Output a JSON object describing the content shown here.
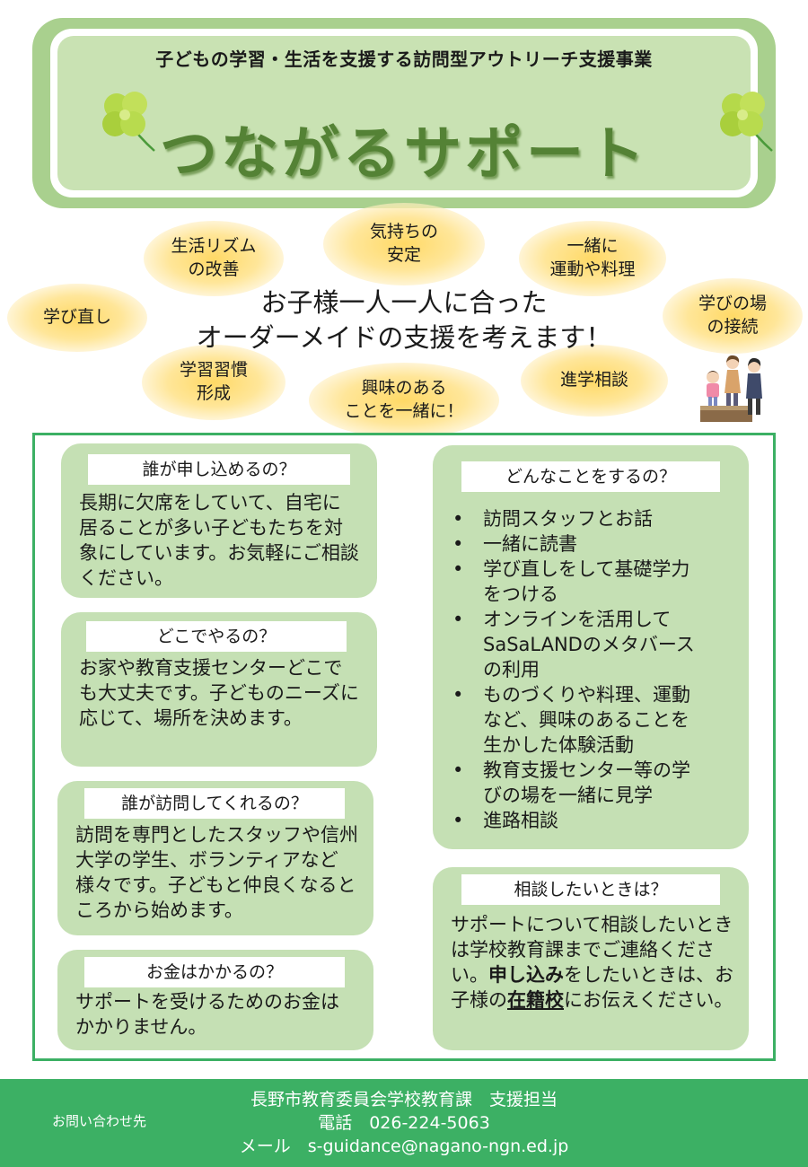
{
  "header": {
    "subtitle": "子どもの学習・生活を支援する訪問型アウトリーチ支援事業",
    "title": "つながるサポート"
  },
  "bubbles": {
    "rhythm": [
      "生活リズム",
      "の改善"
    ],
    "feelings": [
      "気持ちの",
      "安定"
    ],
    "together": [
      "一緒に",
      "運動や料理"
    ],
    "relearn": "学び直し",
    "connect": [
      "学びの場",
      "の接続"
    ],
    "habit": [
      "学習習慣",
      "形成"
    ],
    "interest": [
      "興味のある",
      "ことを一緒に！"
    ],
    "advice": "進学相談"
  },
  "central": {
    "line1": "お子様一人一人に合った",
    "line2": "オーダーメイドの支援を考えます！"
  },
  "cards": {
    "who_apply": {
      "title": "誰が申し込めるの？",
      "body": "長期に欠席をしていて、自宅に居ることが多い子どもたちを対象にしています。お気軽にご相談ください。"
    },
    "where": {
      "title": "どこでやるの？",
      "body": "お家や教育支援センターどこでも大丈夫です。子どものニーズに応じて、場所を決めます。"
    },
    "who_visit": {
      "title": "誰が訪問してくれるの？",
      "body": "訪問を専門としたスタッフや信州大学の学生、ボランティアなど様々です。子どもと仲良くなるところから始めます。"
    },
    "cost": {
      "title": "お金はかかるの？",
      "body": "サポートを受けるためのお金はかかりません。"
    },
    "what": {
      "title": "どんなことをするの？",
      "items": [
        [
          "訪問スタッフとお話"
        ],
        [
          "一緒に読書"
        ],
        [
          "学び直しをして基礎学力",
          "をつける"
        ],
        [
          "オンラインを活用して",
          "SaSaLANDのメタバース",
          "の利用"
        ],
        [
          "ものづくりや料理、運動",
          "など、興味のあることを",
          "生かした体験活動"
        ],
        [
          "教育支援センター等の学",
          "びの場を一緒に見学"
        ],
        [
          "進路相談"
        ]
      ]
    },
    "consult": {
      "title": "相談したいときは？",
      "t1": "サポートについて相談したいときは学校教育課までご連絡ください。",
      "t2": "申し込み",
      "t3": "をしたいときは、お子様の",
      "t4": "在籍校",
      "t5": "にお伝えください。"
    }
  },
  "footer": {
    "label": "お問い合わせ先",
    "line1": "長野市教育委員会学校教育課　支援担当",
    "line2": "電話　026-224-5063",
    "line3": "メール　s-guidance@nagano-ngn.ed.jp"
  },
  "colors": {
    "header_green": "#a9d08e",
    "header_inner": "#c9e2b3",
    "title_green": "#548235",
    "card_green": "#c5e0b4",
    "frame_green": "#3cb064",
    "bubble_yellow": "#ffd966"
  }
}
